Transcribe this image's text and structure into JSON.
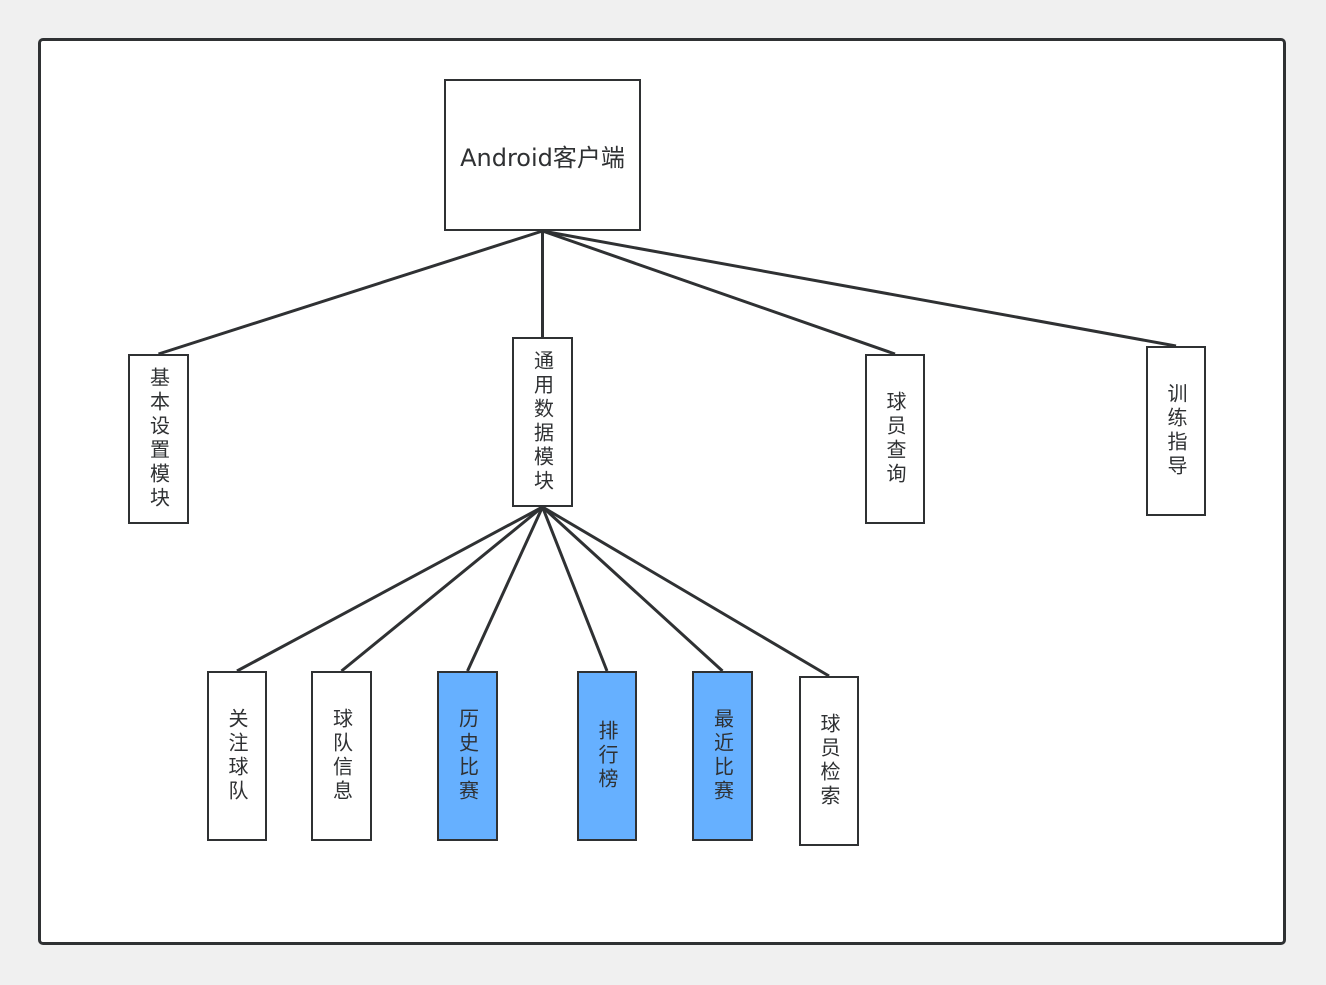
{
  "diagram": {
    "colors": {
      "stroke": "#2f3133",
      "highlight": "#66b0ff",
      "background": "#ffffff"
    },
    "root": {
      "label": "Android客户端"
    },
    "modules": [
      {
        "id": "basic",
        "label": "基本设置模块",
        "highlight": false
      },
      {
        "id": "common",
        "label": "通用数据模块",
        "highlight": false
      },
      {
        "id": "player",
        "label": "球员查询",
        "highlight": false
      },
      {
        "id": "training",
        "label": "训练指导",
        "highlight": false
      }
    ],
    "common_children": [
      {
        "id": "follow",
        "label": "关注球队",
        "highlight": false
      },
      {
        "id": "team",
        "label": "球队信息",
        "highlight": false
      },
      {
        "id": "history",
        "label": "历史比赛",
        "highlight": true
      },
      {
        "id": "rank",
        "label": "排行榜",
        "highlight": true
      },
      {
        "id": "recent",
        "label": "最近比赛",
        "highlight": true
      },
      {
        "id": "search",
        "label": "球员检索",
        "highlight": false
      }
    ]
  }
}
